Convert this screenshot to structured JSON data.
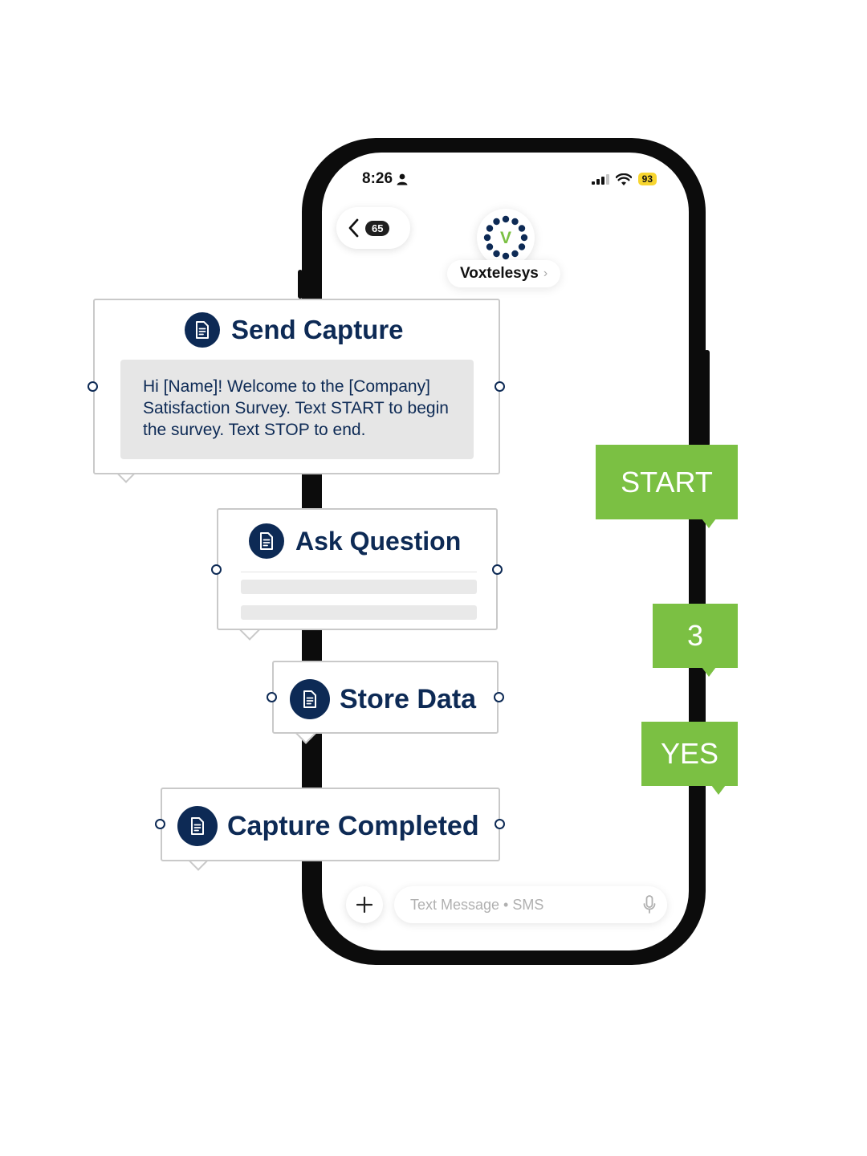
{
  "colors": {
    "accent_navy": "#0d2a55",
    "reply_green": "#7bc043",
    "battery_yellow": "#f7d52f",
    "card_border": "#c9c9c9"
  },
  "status_bar": {
    "time": "8:26",
    "battery": "93",
    "icons": [
      "person-icon",
      "signal-icon",
      "wifi-icon"
    ]
  },
  "header": {
    "back_count": "65",
    "contact_name": "Voxtelesys",
    "logo_letter": "V"
  },
  "compose": {
    "placeholder": "Text Message • SMS"
  },
  "flow": {
    "send_capture": {
      "title": "Send Capture",
      "message": "Hi [Name]! Welcome to the [Company] Satisfaction Survey. Text START to begin the survey. Text STOP to end."
    },
    "ask_question": {
      "title": "Ask Question"
    },
    "store_data": {
      "title": "Store Data"
    },
    "capture_completed": {
      "title": "Capture Completed"
    }
  },
  "replies": {
    "start": "START",
    "rating": "3",
    "yes": "YES"
  }
}
